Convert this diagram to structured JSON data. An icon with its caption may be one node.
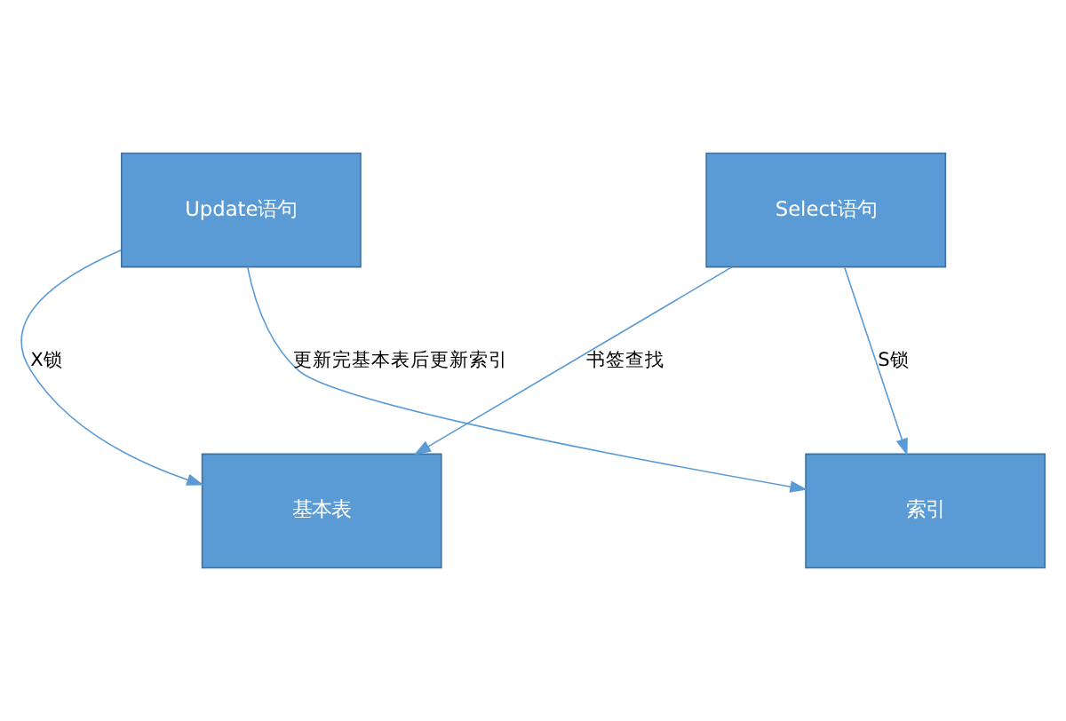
{
  "diagram": {
    "nodes": [
      {
        "text": [
          "Update语句"
        ]
      },
      {
        "text": [
          "Select语句"
        ]
      },
      {
        "text": [
          "基本表"
        ]
      },
      {
        "text": [
          "索引"
        ]
      }
    ],
    "edges": [
      {
        "from": 0,
        "to": 2,
        "arrow": "to",
        "label": "X锁"
      },
      {
        "from": 0,
        "to": 3,
        "arrow": "to",
        "label": "更新完基本表后更新索引"
      },
      {
        "from": 1,
        "to": 2,
        "arrow": "to",
        "label": "书签查找"
      },
      {
        "from": 1,
        "to": 3,
        "arrow": "to",
        "label": "S锁"
      }
    ]
  }
}
